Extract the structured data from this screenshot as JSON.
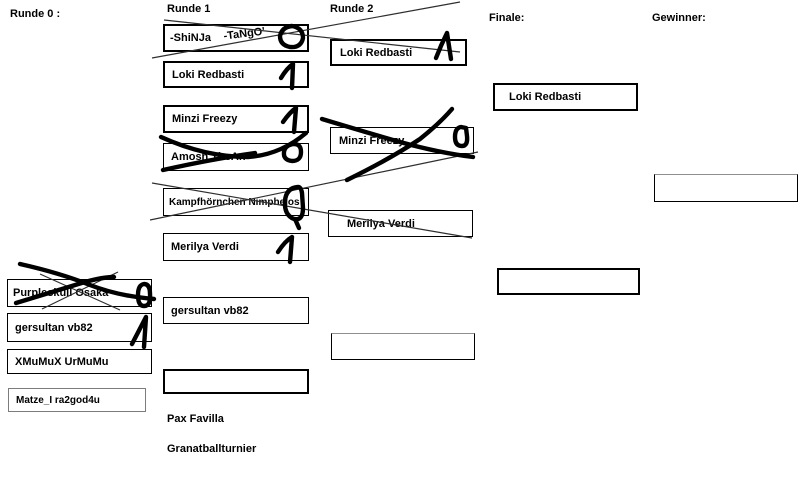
{
  "title": "Granatballturnier bracket",
  "colors": {
    "background": "#ffffff",
    "ink": "#000000",
    "muted_border": "#8f8f8f"
  },
  "headers": {
    "runde0": "Runde 0 :",
    "runde1": "Runde 1",
    "runde2": "Runde 2",
    "finale": "Finale:",
    "gewinner": "Gewinner:"
  },
  "footer": {
    "line1": "Pax Favilla",
    "line2": "Granatballturnier"
  },
  "bracket": {
    "runde0": [
      {
        "name": "Purpleskull Osaka",
        "score": "0",
        "eliminated": true
      },
      {
        "name": "gersultan vb82",
        "score": "1",
        "eliminated": false
      },
      {
        "name": "XMuMuX UrMuMu",
        "score": "",
        "eliminated": false
      },
      {
        "name": "Matze_I ra2god4u",
        "score": "",
        "eliminated": false
      }
    ],
    "runde1": [
      {
        "name": "-ShiNJa",
        "partner": "-TaNgO'",
        "score": "0",
        "eliminated": true
      },
      {
        "name": "Loki Redbasti",
        "score": "1",
        "eliminated": false
      },
      {
        "name": "Minzi Freezy",
        "score": "1",
        "eliminated": false
      },
      {
        "name": "Amosh TheAn",
        "score": "0",
        "eliminated": true
      },
      {
        "name": "Kampfhörnchen Nimphelos",
        "score": "0",
        "eliminated": true
      },
      {
        "name": "Merilya Verdi",
        "score": "1",
        "eliminated": false
      },
      {
        "name": "gersultan vb82",
        "score": "",
        "eliminated": false
      },
      {
        "name": "",
        "score": "",
        "eliminated": false
      }
    ],
    "runde2": [
      {
        "name": "Loki Redbasti",
        "score": "1",
        "eliminated": false
      },
      {
        "name": "Minzi Freezy",
        "score": "0",
        "eliminated": true
      },
      {
        "name": "Merilya Verdi",
        "score": "",
        "eliminated": false
      },
      {
        "name": "",
        "score": "",
        "eliminated": false
      }
    ],
    "finale": [
      {
        "name": "Loki Redbasti"
      },
      {
        "name": ""
      }
    ],
    "gewinner": [
      {
        "name": ""
      }
    ]
  }
}
